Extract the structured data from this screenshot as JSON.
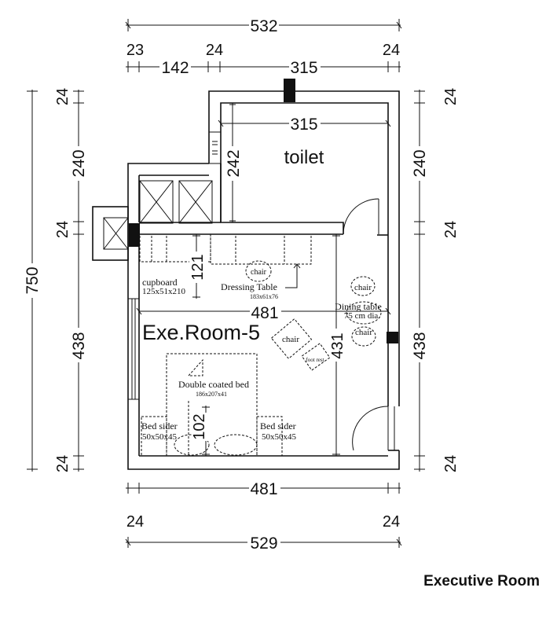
{
  "dims": {
    "top_total": "532",
    "top_23": "23",
    "top_142": "142",
    "top_24a": "24",
    "top_315": "315",
    "top_24b": "24",
    "inner_315": "315",
    "inner_242": "242",
    "left_total": "750",
    "left_24a": "24",
    "left_240": "240",
    "left_24b": "24",
    "left_438": "438",
    "left_24c": "24",
    "right_24a": "24",
    "right_240": "240",
    "right_24b": "24",
    "right_438": "438",
    "right_24c": "24",
    "inner_121": "121",
    "inner_481a": "481",
    "inner_431": "431",
    "inner_102": "102",
    "bottom_481": "481",
    "bottom_24a": "24",
    "bottom_24b": "24",
    "bottom_529": "529"
  },
  "labels": {
    "toilet": "toilet",
    "room": "Exe.Room-5",
    "cupboard": "cupboard",
    "cupboard_size": "125x51x210",
    "dressing": "Dressing Table",
    "dressing_size": "183x61x76",
    "chair": "chair",
    "dining": "Dining table",
    "dining_size": "75 cm dia.",
    "bed": "Double coated bed",
    "bed_size": "186x207x41",
    "bed_sider_left": "Bed sider",
    "bed_sider_left_size": "50x50x45",
    "bed_sider_right": "Bed sider",
    "bed_sider_right_size": "50x50x45",
    "foot_rest": "foot rest"
  },
  "caption": "Executive Room"
}
